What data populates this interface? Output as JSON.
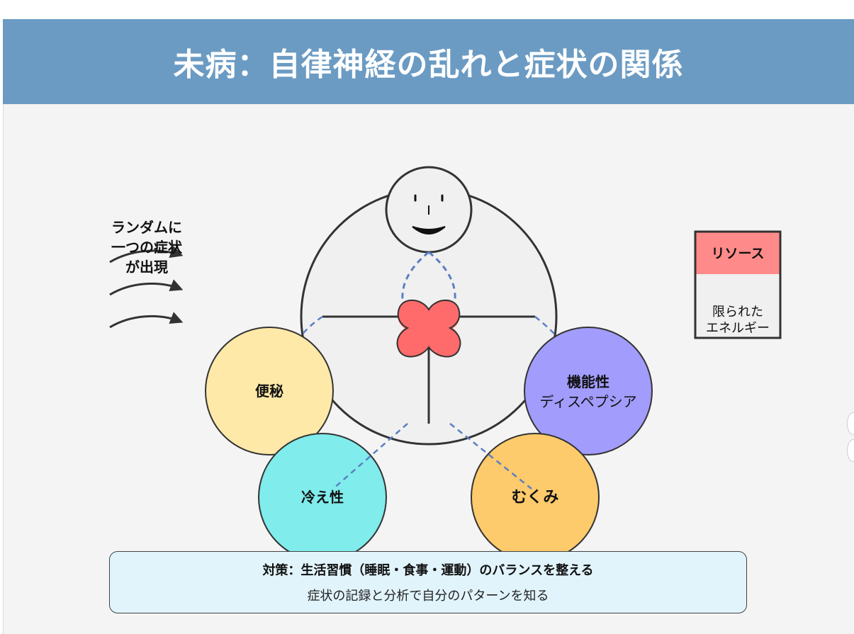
{
  "header": {
    "title": "未病：自律神経の乱れと症状の関係"
  },
  "random_note": {
    "line1": "ランダムに",
    "line2": "一つの症状",
    "line3": "が出現"
  },
  "resource_box": {
    "header": "リソース",
    "body_line1": "限られた",
    "body_line2": "エネルギー"
  },
  "symptoms": [
    {
      "id": "constipation",
      "label": "便秘",
      "color": "#ffe9a8"
    },
    {
      "id": "cold",
      "label": "冷え性",
      "color": "#80ecec"
    },
    {
      "id": "swelling",
      "label": "むくみ",
      "color": "#fdca6c"
    },
    {
      "id": "dyspepsia",
      "label_line1": "機能性",
      "label_line2": "ディスペプシア",
      "color": "#a29cfc"
    }
  ],
  "countermeasure": {
    "main": "対策：生活習慣（睡眠・食事・運動）のバランスを整える",
    "sub": "症状の記録と分析で自分のパターンを知る"
  },
  "colors": {
    "header_bg": "#6b9bc3",
    "nerve_center": "#ff6b6b",
    "dashed_link": "#5b7fc4",
    "resource_header": "#ff8a8a"
  }
}
